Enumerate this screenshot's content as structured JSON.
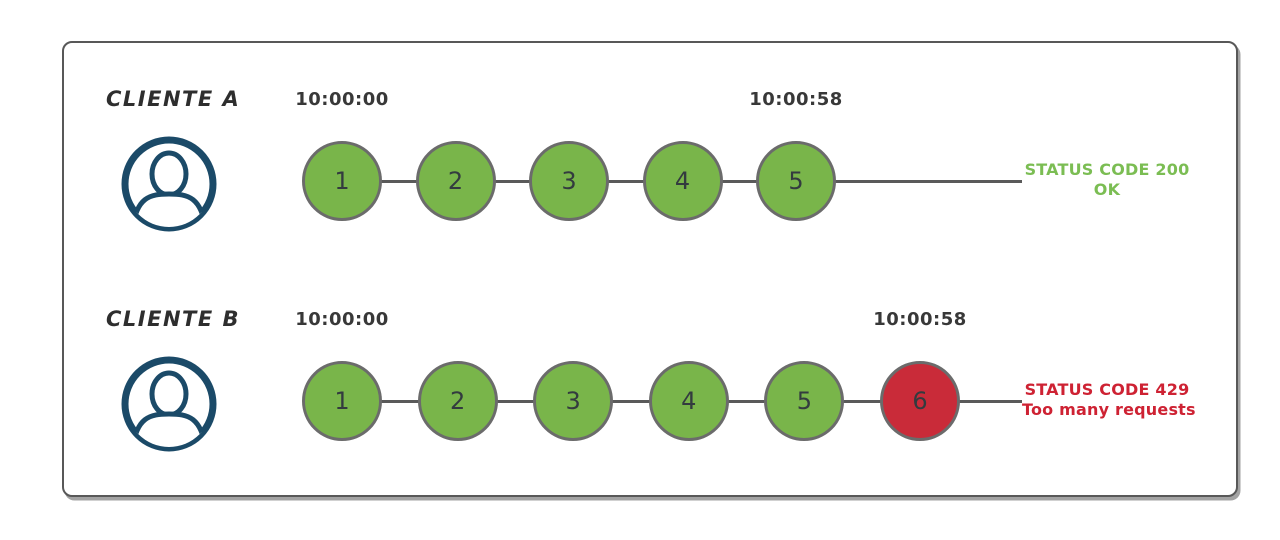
{
  "diagram_title": "rate-limit-clients-diagram",
  "colors": {
    "success_green": "#79b54a",
    "error_red": "#c92b39",
    "status_text_green": "#7bbd53",
    "status_text_red": "#ce2233",
    "avatar_blue": "#1b4a68",
    "circle_border_gray": "#6b6b6b",
    "timeline_gray": "#5a5a5a",
    "frame_border": "#585858"
  },
  "icons": {
    "avatar": "user-avatar-icon"
  },
  "rows": [
    {
      "client_label": "CLIENTE A",
      "start_time": "10:00:00",
      "end_time": "10:00:58",
      "requests": [
        {
          "label": "1",
          "state": "ok"
        },
        {
          "label": "2",
          "state": "ok"
        },
        {
          "label": "3",
          "state": "ok"
        },
        {
          "label": "4",
          "state": "ok"
        },
        {
          "label": "5",
          "state": "ok"
        }
      ],
      "status_line1": "STATUS CODE 200",
      "status_line2": "OK",
      "status_tone": "success"
    },
    {
      "client_label": "CLIENTE B",
      "start_time": "10:00:00",
      "end_time": "10:00:58",
      "requests": [
        {
          "label": "1",
          "state": "ok"
        },
        {
          "label": "2",
          "state": "ok"
        },
        {
          "label": "3",
          "state": "ok"
        },
        {
          "label": "4",
          "state": "ok"
        },
        {
          "label": "5",
          "state": "ok"
        },
        {
          "label": "6",
          "state": "rate-limited"
        }
      ],
      "status_line1": "STATUS CODE 429",
      "status_line2": "Too many requests",
      "status_tone": "error"
    }
  ]
}
